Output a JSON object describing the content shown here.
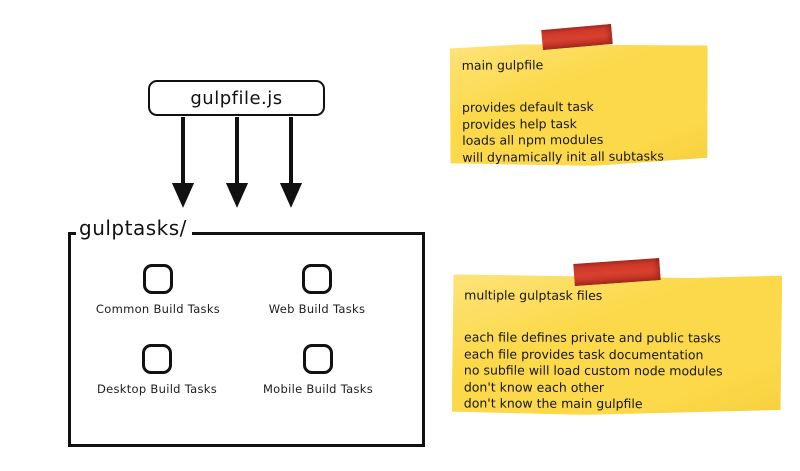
{
  "diagram": {
    "root_box": {
      "label": "gulpfile.js"
    },
    "container": {
      "label": "gulptasks/",
      "items": [
        {
          "label": "Common Build Tasks"
        },
        {
          "label": "Web Build Tasks"
        },
        {
          "label": "Desktop Build Tasks"
        },
        {
          "label": "Mobile Build Tasks"
        }
      ]
    },
    "arrow_count": 3
  },
  "notes": [
    {
      "title": "main gulpfile",
      "lines": [
        "provides default task",
        "provides help task",
        "loads all npm modules",
        "will dynamically init all subtasks"
      ]
    },
    {
      "title": "multiple gulptask files",
      "lines": [
        "each file defines private and public tasks",
        "each file provides task documentation",
        "no subfile will load custom node modules",
        "don't know each other",
        "don't know the main gulpfile"
      ]
    }
  ],
  "colors": {
    "ink": "#111111",
    "note_bg": "#fcd94a",
    "tape_red": "#d0382a"
  }
}
